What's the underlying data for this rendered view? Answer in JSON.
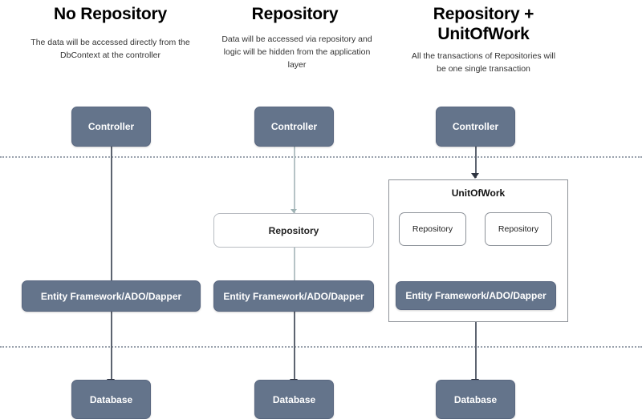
{
  "diagram": {
    "title_bar": null,
    "columns": [
      {
        "id": "no-repository",
        "title": "No Repository",
        "subtitle": "The data will be accessed directly from the DbContext at the controller",
        "nodes": {
          "controller": "Controller",
          "data_access": "Entity Framework/ADO/Dapper",
          "database": "Database"
        }
      },
      {
        "id": "repository",
        "title": "Repository",
        "subtitle": "Data will be accessed via repository and logic will be hidden from the application layer",
        "nodes": {
          "controller": "Controller",
          "repository": "Repository",
          "data_access": "Entity Framework/ADO/Dapper",
          "database": "Database"
        }
      },
      {
        "id": "repository-unitofwork",
        "title": "Repository + UnitOfWork",
        "subtitle": "All the transactions of Repositories will be one single transaction",
        "nodes": {
          "controller": "Controller",
          "unitofwork": "UnitOfWork",
          "repository_left": "Repository",
          "repository_right": "Repository",
          "data_access": "Entity Framework/ADO/Dapper",
          "database": "Database"
        }
      }
    ],
    "colors": {
      "node_fill": "#64748b",
      "node_text": "#ffffff",
      "outline_border": "#b8bcc2",
      "divider": "#9aa2ad",
      "arrow": "#2e3440",
      "connector_light": "#b6c3c6",
      "background": "#ffffff"
    }
  }
}
